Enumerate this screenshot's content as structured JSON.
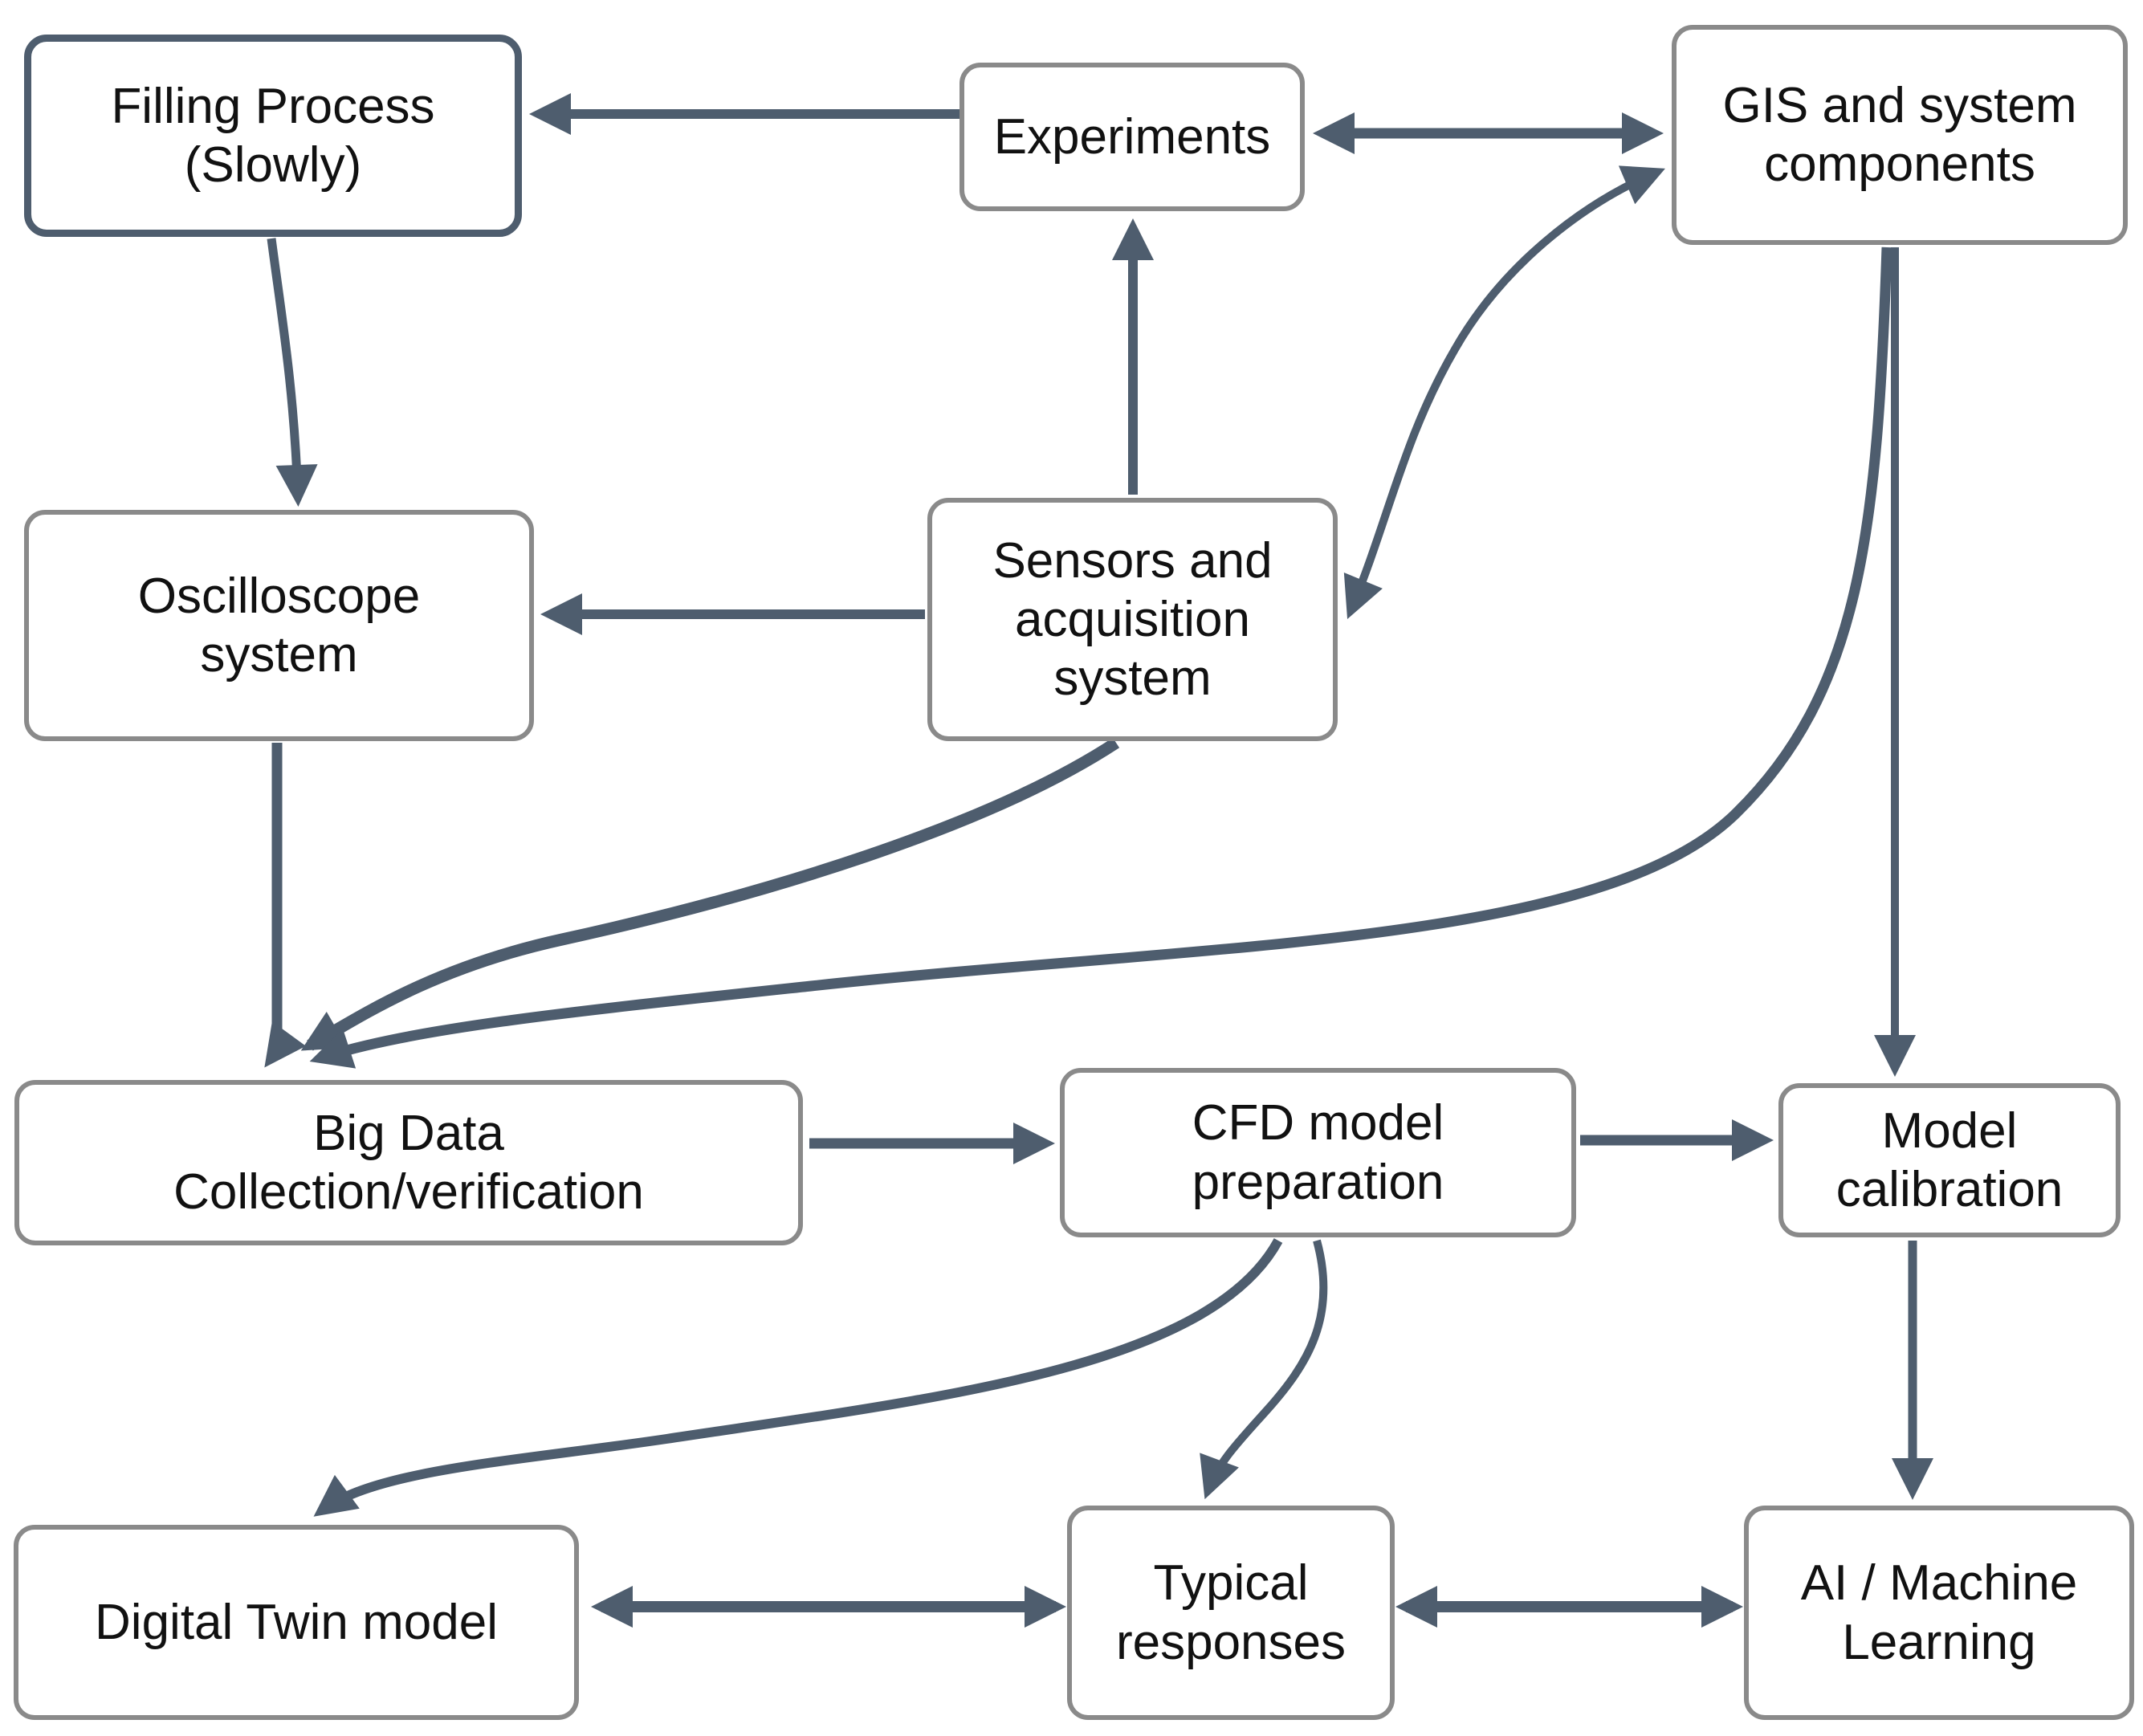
{
  "diagram": {
    "title": "Digital twin workflow flowchart",
    "colors": {
      "arrow": "#4e5d6e",
      "box_border": "#8a8a8a",
      "highlight_border": "#4e5d6e",
      "text": "#111111",
      "background": "#ffffff"
    },
    "nodes": {
      "filling_process": {
        "label": "Filling Process\n(Slowly)"
      },
      "experiments": {
        "label": "Experiments"
      },
      "gis": {
        "label": "GIS and system\ncomponents"
      },
      "oscilloscope": {
        "label": "Oscilloscope\nsystem"
      },
      "sensors": {
        "label": "Sensors and\nacquisition\nsystem"
      },
      "big_data": {
        "label": "Big Data\nCollection/verification"
      },
      "cfd": {
        "label": "CFD model\npreparation"
      },
      "model_calibration": {
        "label": "Model\ncalibration"
      },
      "digital_twin": {
        "label": "Digital Twin model"
      },
      "typical_responses": {
        "label": "Typical\nresponses"
      },
      "ai_ml": {
        "label": "AI / Machine\nLearning"
      }
    },
    "edges": [
      {
        "from": "Experiments",
        "to": "Filling Process (Slowly)",
        "arrows": "one-way"
      },
      {
        "from": "Experiments",
        "to": "GIS and system components",
        "arrows": "two-way"
      },
      {
        "from": "Sensors and acquisition system",
        "to": "Experiments",
        "arrows": "one-way"
      },
      {
        "from": "GIS and system components",
        "to": "Sensors and acquisition system",
        "arrows": "two-way"
      },
      {
        "from": "Filling Process (Slowly)",
        "to": "Oscilloscope system",
        "arrows": "one-way"
      },
      {
        "from": "Sensors and acquisition system",
        "to": "Oscilloscope system",
        "arrows": "one-way"
      },
      {
        "from": "Oscilloscope system",
        "to": "Big Data Collection/verification",
        "arrows": "one-way"
      },
      {
        "from": "Sensors and acquisition system",
        "to": "Big Data Collection/verification",
        "arrows": "one-way"
      },
      {
        "from": "GIS and system components",
        "to": "Big Data Collection/verification",
        "arrows": "one-way"
      },
      {
        "from": "GIS and system components",
        "to": "Model calibration",
        "arrows": "one-way"
      },
      {
        "from": "Big Data Collection/verification",
        "to": "CFD model preparation",
        "arrows": "one-way"
      },
      {
        "from": "CFD model preparation",
        "to": "Model calibration",
        "arrows": "one-way"
      },
      {
        "from": "CFD model preparation",
        "to": "Digital Twin model",
        "arrows": "one-way"
      },
      {
        "from": "CFD model preparation",
        "to": "Typical responses",
        "arrows": "one-way"
      },
      {
        "from": "Model calibration",
        "to": "AI / Machine Learning",
        "arrows": "one-way"
      },
      {
        "from": "Digital Twin model",
        "to": "Typical responses",
        "arrows": "two-way"
      },
      {
        "from": "Typical responses",
        "to": "AI / Machine Learning",
        "arrows": "two-way"
      }
    ]
  }
}
